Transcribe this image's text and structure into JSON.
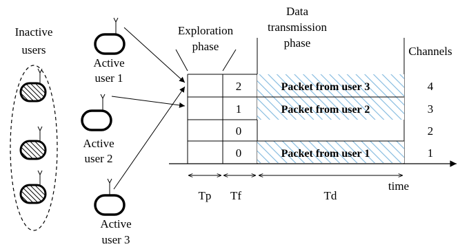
{
  "labels": {
    "inactive_line1": "Inactive",
    "inactive_line2": "users",
    "exploration_line1": "Exploration",
    "exploration_line2": "phase",
    "data_line1": "Data",
    "data_line2": "transmission",
    "data_line3": "phase",
    "channels": "Channels",
    "active1_line1": "Active",
    "active1_line2": "user 1",
    "active2_line1": "Active",
    "active2_line2": "user 2",
    "active3_line1": "Active",
    "active3_line2": "user 3",
    "tp": "Tp",
    "tf": "Tf",
    "td": "Td",
    "time": "time"
  },
  "rows": [
    {
      "feedback": "2",
      "packet": "Packet from user 3",
      "channel": "4"
    },
    {
      "feedback": "1",
      "packet": "Packet from user 2",
      "channel": "3"
    },
    {
      "feedback": "0",
      "packet": "",
      "channel": "2"
    },
    {
      "feedback": "0",
      "packet": "Packet from user 1",
      "channel": "1"
    }
  ],
  "colors": {
    "hatch": "#7fb8de",
    "stroke": "#000000"
  }
}
